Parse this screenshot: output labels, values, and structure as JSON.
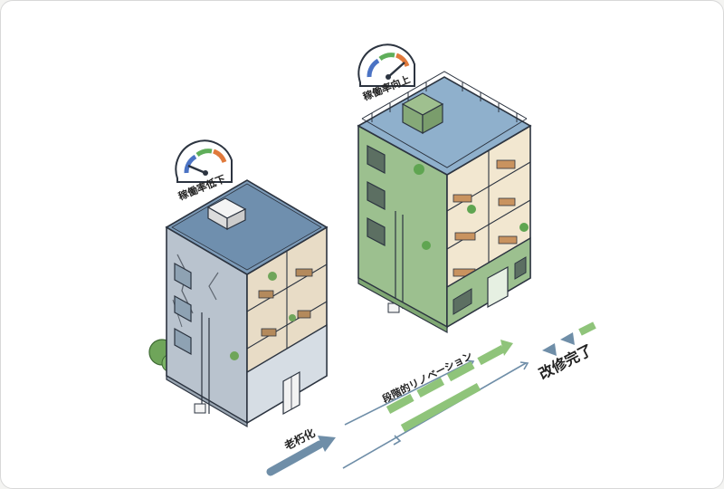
{
  "labels": {
    "old_gauge": "稼働率低下",
    "new_gauge": "稼働率向上",
    "aging": "老朽化",
    "renovation": "段階的リノベーション",
    "complete": "改修完了"
  },
  "colors": {
    "old_wall": "#c9d0d8",
    "new_wall": "#9cc08f",
    "roof": "#7d9bb8",
    "arrow_blue": "#6f8ea8",
    "arrow_green": "#8fc47a"
  },
  "icons": {
    "gauge_low": "gauge-low-icon",
    "gauge_high": "gauge-high-icon"
  }
}
